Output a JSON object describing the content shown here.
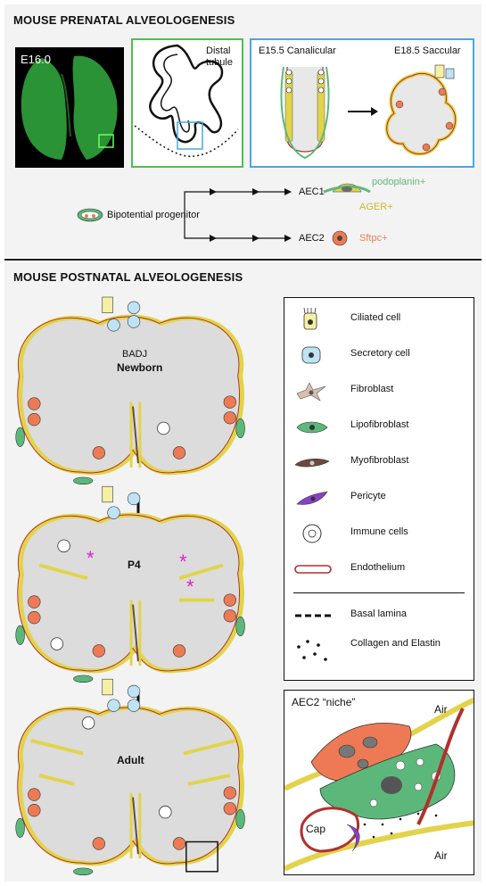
{
  "prenatal": {
    "title": "MOUSE PRENATAL ALVEOLOGENESIS",
    "micrograph_label": "E16.0",
    "distal_label": "Distal tubule",
    "canalicular_label": "E15.5 Canalicular",
    "saccular_label": "E18.5 Saccular",
    "progenitor_label": "Bipotential progenitor",
    "aec1_label": "AEC1",
    "aec1_markers": [
      "podoplanin+",
      "AGER+"
    ],
    "aec2_label": "AEC2",
    "aec2_marker": "Sftpc+"
  },
  "postnatal": {
    "title": "MOUSE POSTNATAL ALVEOLOGENESIS",
    "stages": [
      {
        "label": "Newborn",
        "extra": "BADJ"
      },
      {
        "label": "P4"
      },
      {
        "label": "Adult"
      }
    ],
    "asterisk": "*"
  },
  "legend": {
    "items": [
      {
        "label": "Ciliated cell",
        "icon": "ciliated-cell-icon"
      },
      {
        "label": "Secretory cell",
        "icon": "secretory-cell-icon"
      },
      {
        "label": "Fibroblast",
        "icon": "fibroblast-icon"
      },
      {
        "label": "Lipofibroblast",
        "icon": "lipofibroblast-icon"
      },
      {
        "label": "Myofibroblast",
        "icon": "myofibroblast-icon"
      },
      {
        "label": "Pericyte",
        "icon": "pericyte-icon"
      },
      {
        "label": "Immune cells",
        "icon": "immune-cell-icon"
      },
      {
        "label": "Endothelium",
        "icon": "endothelium-icon"
      },
      {
        "label": "Basal lamina",
        "icon": "basal-lamina-icon"
      },
      {
        "label": "Collagen and Elastin",
        "icon": "collagen-elastin-icon"
      }
    ]
  },
  "niche": {
    "title": "AEC2 “niche”",
    "air_top": "Air",
    "air_bottom": "Air",
    "cap": "Cap"
  },
  "colors": {
    "aec2": "#ee7a55",
    "lipofibroblast": "#5cb87a",
    "yellow_epithelium": "#e2d34a",
    "endothelium": "#b0302e",
    "secretory": "#bfe3f5",
    "ciliated": "#f6efa6",
    "micrograph_green": "#2fa33c",
    "box_green": "#4fc04a",
    "box_blue": "#4aa8dc",
    "magenta": "#e01fc9"
  }
}
